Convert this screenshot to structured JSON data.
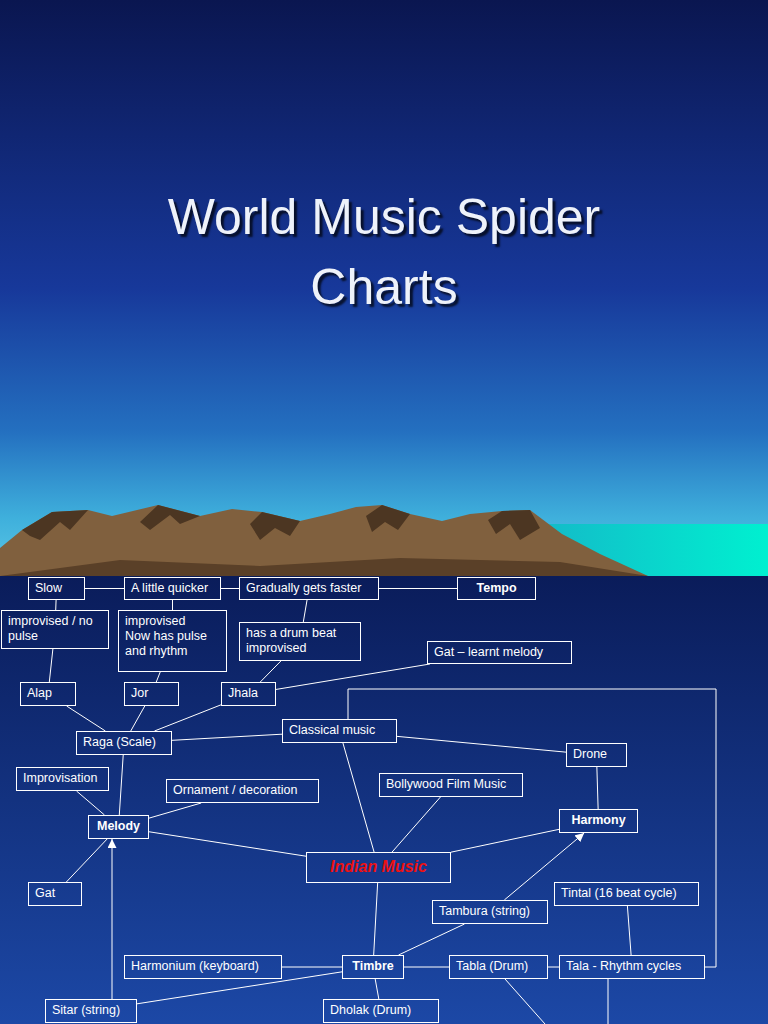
{
  "diagram": {
    "title": "World Music Spider Charts",
    "nodes": [
      {
        "text": [
          "Slow"
        ]
      },
      {
        "text": [
          "A little quicker"
        ]
      },
      {
        "text": [
          "Gradually gets faster"
        ]
      },
      {
        "text": [
          "Tempo"
        ]
      },
      {
        "text": [
          "improvised / no pulse"
        ]
      },
      {
        "text": [
          "improvised",
          "Now has pulse and rhythm"
        ]
      },
      {
        "text": [
          "has a drum beat improvised"
        ]
      },
      {
        "text": [
          "Gat – learnt melody"
        ]
      },
      {
        "text": [
          "Alap"
        ]
      },
      {
        "text": [
          "Jor"
        ]
      },
      {
        "text": [
          "Jhala"
        ]
      },
      {
        "text": [
          "Classical music"
        ]
      },
      {
        "text": [
          "Raga (Scale)"
        ]
      },
      {
        "text": [
          "Drone"
        ]
      },
      {
        "text": [
          "Improvisation"
        ]
      },
      {
        "text": [
          "Ornament / decoration"
        ]
      },
      {
        "text": [
          "Bollywood Film Music"
        ]
      },
      {
        "text": [
          "Harmony"
        ]
      },
      {
        "text": [
          "Melody"
        ]
      },
      {
        "text": [
          "Indian Music"
        ]
      },
      {
        "text": [
          "Gat"
        ]
      },
      {
        "text": [
          "Tintal (16 beat cycle)"
        ]
      },
      {
        "text": [
          "Tambura (string)"
        ]
      },
      {
        "text": [
          "Harmonium (keyboard)"
        ]
      },
      {
        "text": [
          "Timbre"
        ]
      },
      {
        "text": [
          "Tabla (Drum)"
        ]
      },
      {
        "text": [
          "Tala - Rhythm cycles"
        ]
      },
      {
        "text": [
          "Sitar (string)"
        ]
      },
      {
        "text": [
          "Dholak (Drum)"
        ]
      }
    ],
    "edges": [
      {
        "from": 0,
        "to": 1,
        "arrow": "none"
      },
      {
        "from": 1,
        "to": 2,
        "arrow": "none"
      },
      {
        "from": 2,
        "to": 3,
        "arrow": "none"
      },
      {
        "from": 0,
        "to": 4,
        "arrow": "none"
      },
      {
        "from": 1,
        "to": 5,
        "arrow": "none"
      },
      {
        "from": 2,
        "to": 6,
        "arrow": "none"
      },
      {
        "from": 4,
        "to": 8,
        "arrow": "none"
      },
      {
        "from": 5,
        "to": 9,
        "arrow": "none"
      },
      {
        "from": 6,
        "to": 10,
        "arrow": "none"
      },
      {
        "from": 10,
        "to": 7,
        "arrow": "none"
      },
      {
        "from": 8,
        "to": 12,
        "arrow": "none"
      },
      {
        "from": 9,
        "to": 12,
        "arrow": "none"
      },
      {
        "from": 10,
        "to": 12,
        "arrow": "none"
      },
      {
        "from": 12,
        "to": 11,
        "arrow": "none"
      },
      {
        "from": 11,
        "to": 13,
        "arrow": "none"
      },
      {
        "from": 11,
        "to": 19,
        "arrow": "none"
      },
      {
        "from": 12,
        "to": 18,
        "arrow": "none"
      },
      {
        "from": 14,
        "to": 18,
        "arrow": "none"
      },
      {
        "from": 15,
        "to": 18,
        "arrow": "none"
      },
      {
        "from": 18,
        "to": 19,
        "arrow": "none"
      },
      {
        "from": 20,
        "to": 18,
        "arrow": "none"
      },
      {
        "from": 16,
        "to": 19,
        "arrow": "none"
      },
      {
        "from": 19,
        "to": 17,
        "arrow": "none"
      },
      {
        "from": 13,
        "to": 17,
        "arrow": "none"
      },
      {
        "from": 22,
        "to": 17,
        "arrow": "to"
      },
      {
        "from": 24,
        "to": 22,
        "arrow": "none"
      },
      {
        "from": 19,
        "to": 24,
        "arrow": "none"
      },
      {
        "from": 23,
        "to": 24,
        "arrow": "none"
      },
      {
        "from": 24,
        "to": 25,
        "arrow": "none"
      },
      {
        "from": 25,
        "to": 26,
        "arrow": "none"
      },
      {
        "from": 26,
        "to": 21,
        "arrow": "none"
      },
      {
        "from": 26,
        "to": 11,
        "arrow": "none"
      },
      {
        "from": 27,
        "to": 18,
        "arrow": "to"
      },
      {
        "from": 27,
        "to": 24,
        "arrow": "none"
      },
      {
        "from": 24,
        "to": 28,
        "arrow": "none"
      }
    ]
  }
}
